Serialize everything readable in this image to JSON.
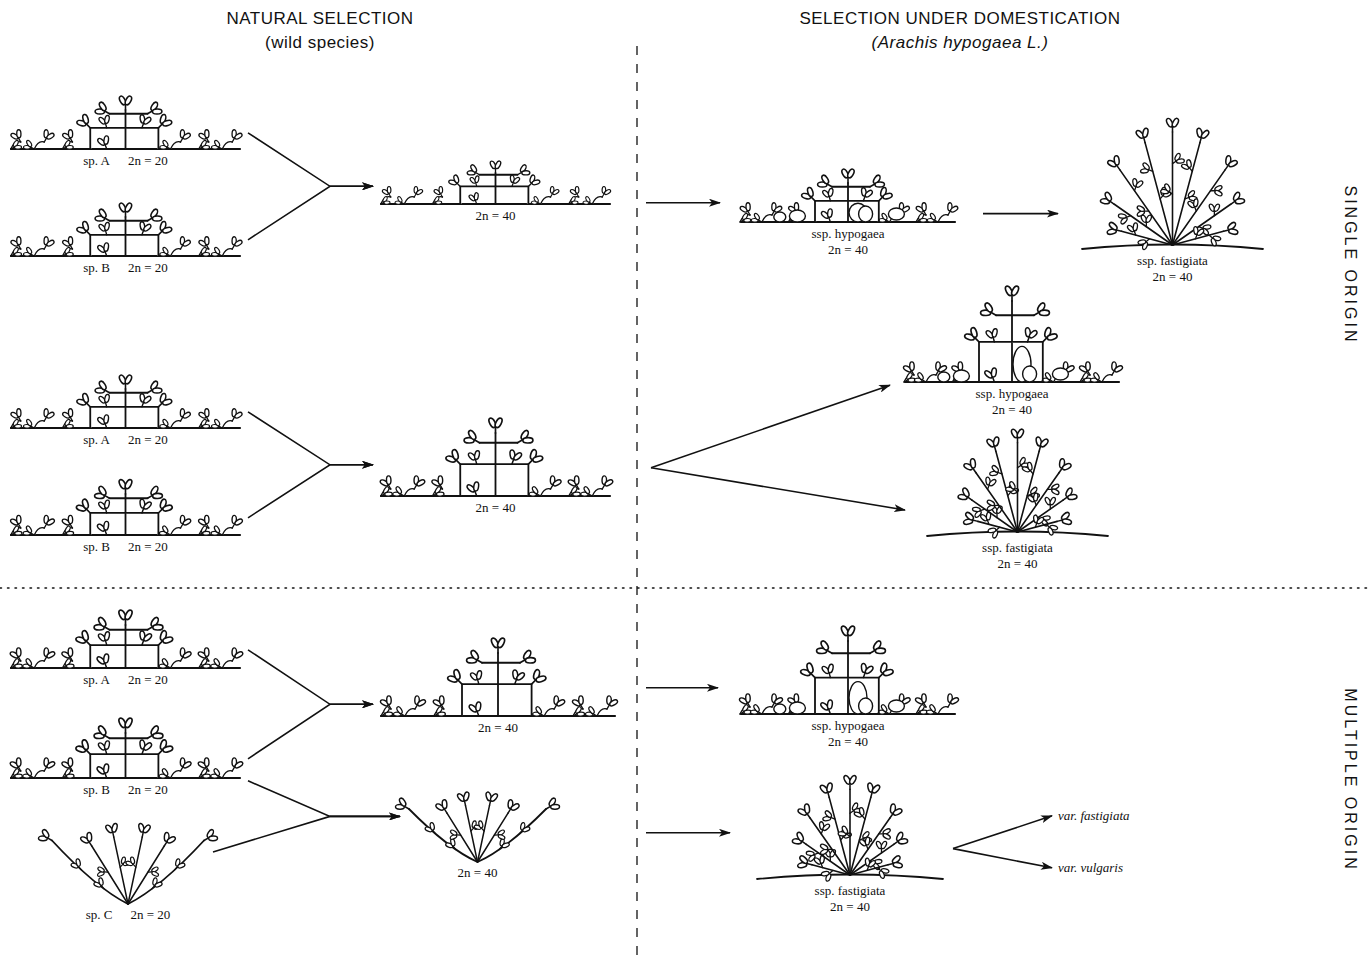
{
  "diagram": {
    "nodes": [
      {
        "text": [
          "sp. A",
          "2n = 20"
        ]
      },
      {
        "text": [
          "sp. B",
          "2n = 20"
        ]
      },
      {
        "text": [
          "2n = 40"
        ]
      },
      {
        "text": [
          "ssp. hypogaea",
          "2n = 40"
        ]
      },
      {
        "text": [
          "ssp. fastigiata",
          "2n = 40"
        ]
      },
      {
        "text": [
          "sp. A",
          "2n = 20"
        ]
      },
      {
        "text": [
          "sp. B",
          "2n = 20"
        ]
      },
      {
        "text": [
          "2n = 40"
        ]
      },
      {
        "text": [
          "ssp. hypogaea",
          "2n = 40"
        ]
      },
      {
        "text": [
          "ssp. fastigiata",
          "2n = 40"
        ]
      },
      {
        "text": [
          "sp. A",
          "2n = 20"
        ]
      },
      {
        "text": [
          "sp. B",
          "2n = 20"
        ]
      },
      {
        "text": [
          "sp. C",
          "2n = 20"
        ]
      },
      {
        "text": [
          "2n = 40"
        ]
      },
      {
        "text": [
          "2n = 40"
        ]
      },
      {
        "text": [
          "ssp. hypogaea",
          "2n = 40"
        ]
      },
      {
        "text": [
          "ssp. fastigiata",
          "2n = 40"
        ]
      },
      {
        "text": [
          "var. fastigiata"
        ]
      },
      {
        "text": [
          "var. vulgaris"
        ]
      }
    ],
    "edges": [
      {
        "from": 0,
        "to": 2,
        "arrow": "to"
      },
      {
        "from": 1,
        "to": 2,
        "arrow": "to"
      },
      {
        "from": 2,
        "to": 3,
        "arrow": "to"
      },
      {
        "from": 3,
        "to": 4,
        "arrow": "to"
      },
      {
        "from": 5,
        "to": 7,
        "arrow": "to"
      },
      {
        "from": 6,
        "to": 7,
        "arrow": "to"
      },
      {
        "from": 7,
        "to": 8,
        "arrow": "to"
      },
      {
        "from": 7,
        "to": 9,
        "arrow": "to"
      },
      {
        "from": 10,
        "to": 13,
        "arrow": "to"
      },
      {
        "from": 11,
        "to": 13,
        "arrow": "to"
      },
      {
        "from": 11,
        "to": 14,
        "arrow": "to"
      },
      {
        "from": 12,
        "to": 14,
        "arrow": "to"
      },
      {
        "from": 13,
        "to": 15,
        "arrow": "to"
      },
      {
        "from": 14,
        "to": 16,
        "arrow": "to"
      },
      {
        "from": 16,
        "to": 17,
        "arrow": "to"
      },
      {
        "from": 16,
        "to": 18,
        "arrow": "to"
      }
    ],
    "labels": [
      "NATURAL SELECTION",
      "(wild species)",
      "SELECTION UNDER DOMESTICATION",
      "(Arachis hypogaea L.)",
      "SINGLE ORIGIN",
      "MULTIPLE ORIGIN"
    ]
  }
}
